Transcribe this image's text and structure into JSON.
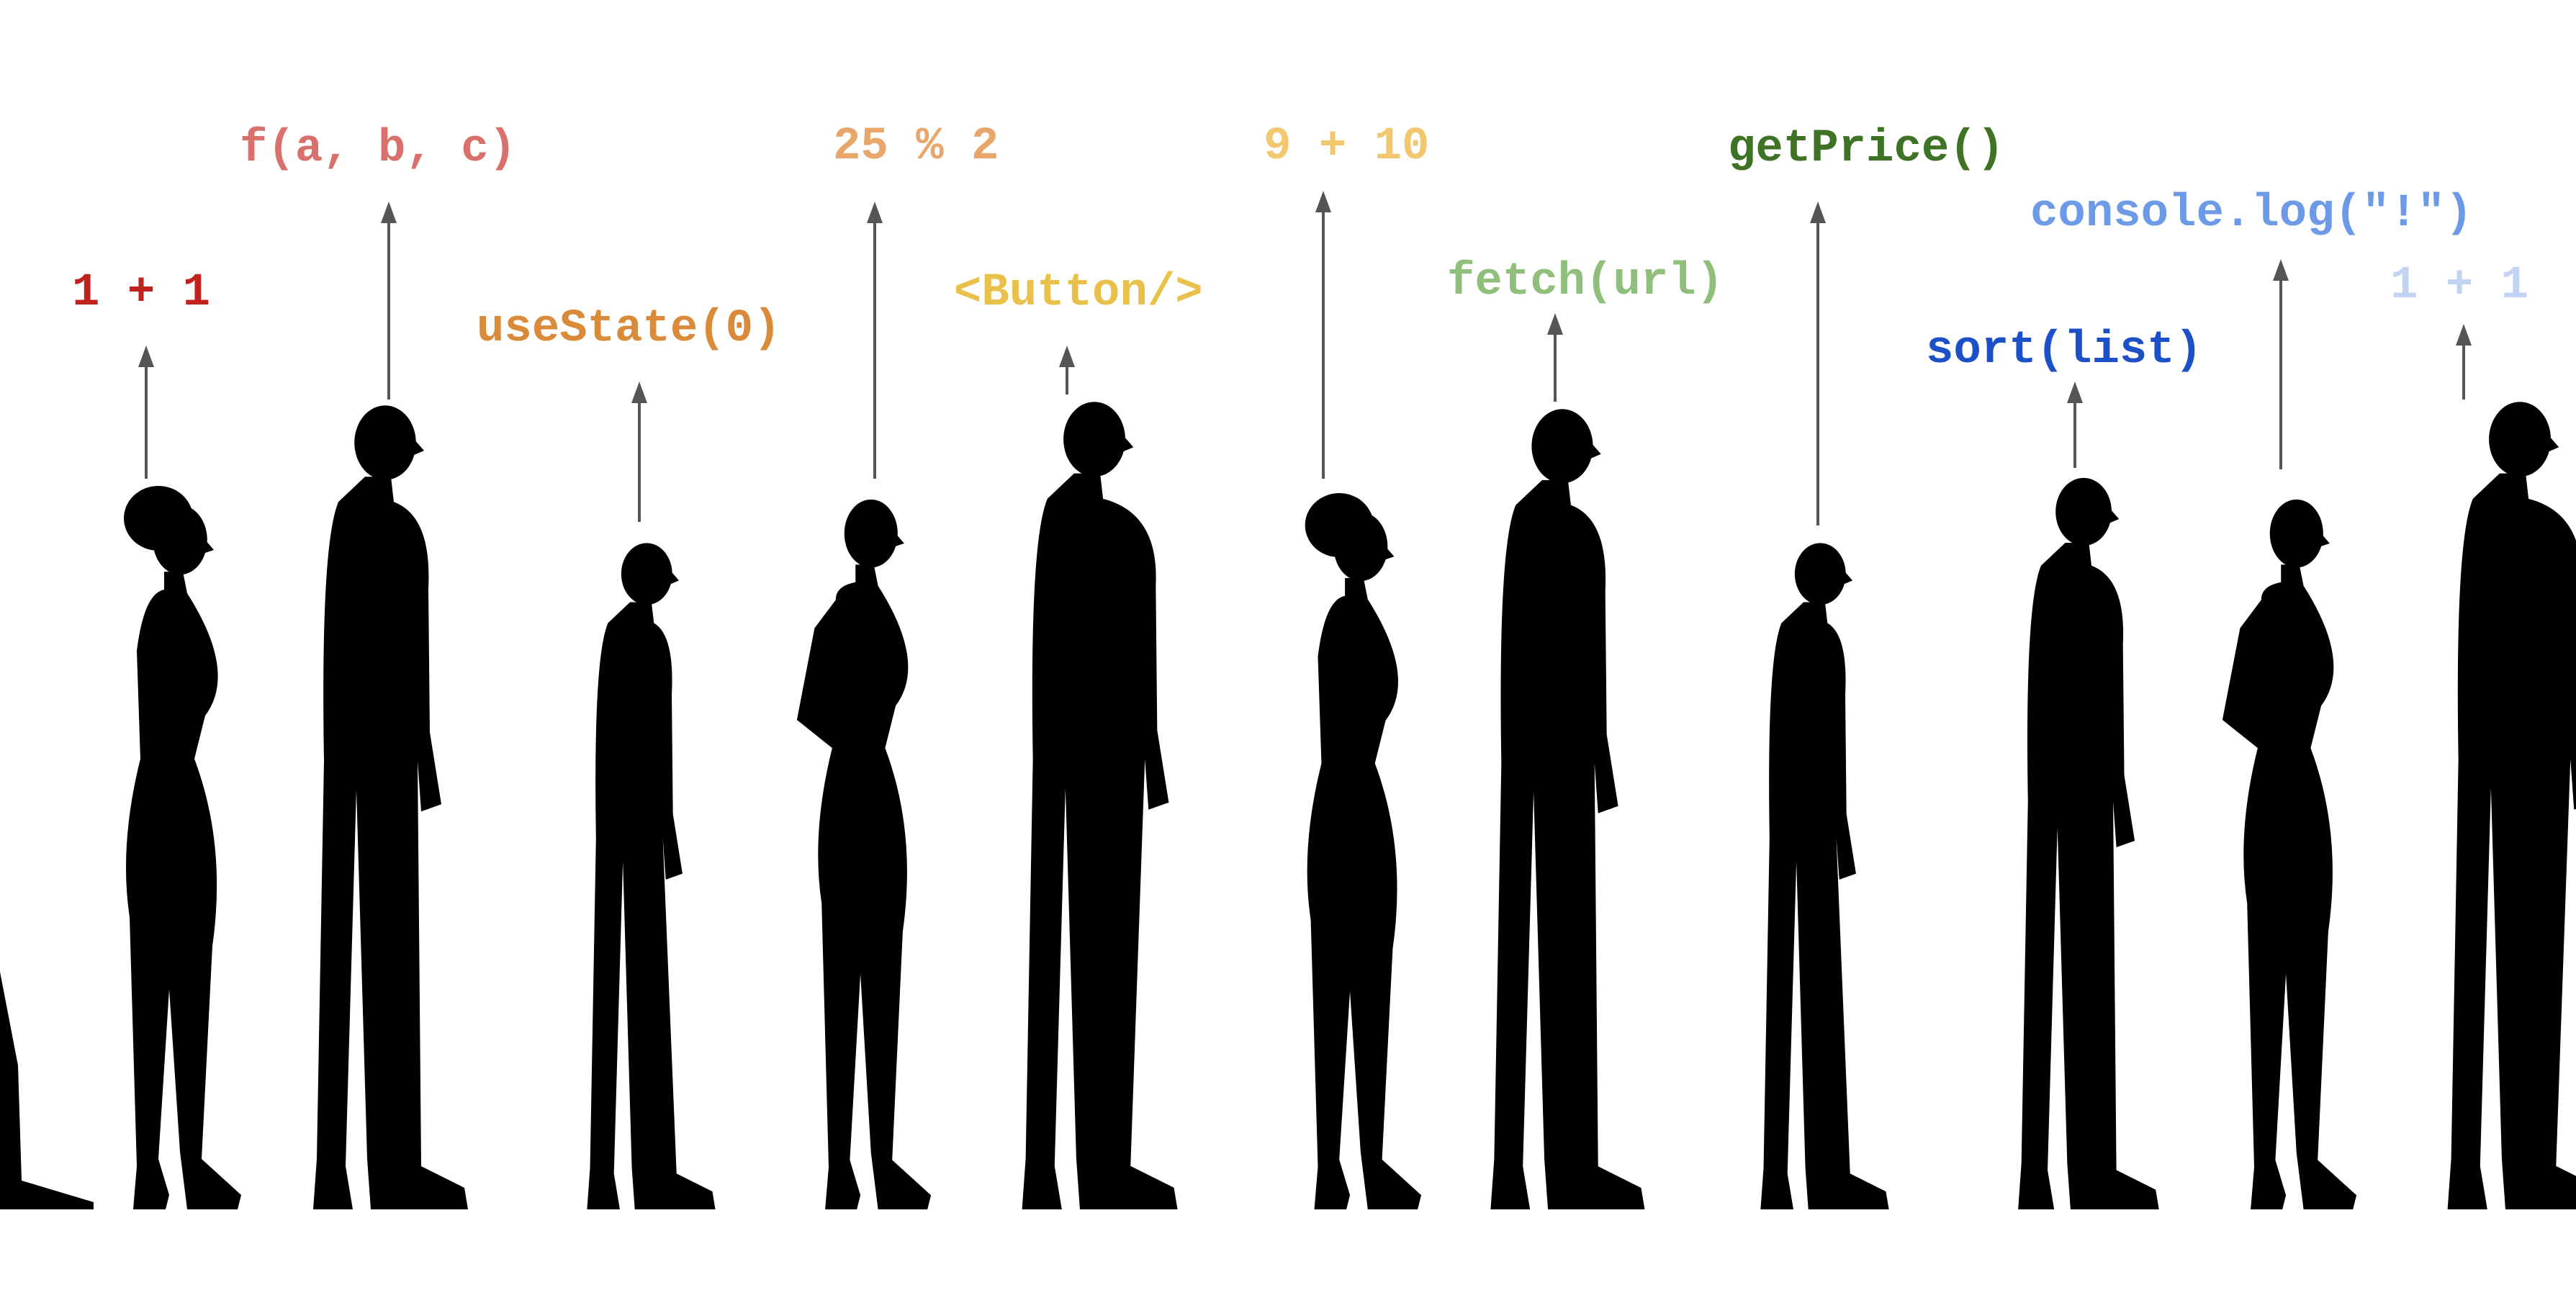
{
  "people": [
    {
      "label": "1 + 1",
      "color": "#c0231e",
      "figure": "woman-bun",
      "icon": "arrow-up-icon"
    },
    {
      "label": "f(a, b, c)",
      "color": "#d9706b",
      "figure": "tall-man",
      "icon": "arrow-up-icon"
    },
    {
      "label": "useState(0)",
      "color": "#d98b3a",
      "figure": "short-man",
      "icon": "arrow-up-icon"
    },
    {
      "label": "25 % 2",
      "color": "#e8a66a",
      "figure": "woman-hand-on-hip",
      "icon": "arrow-up-icon"
    },
    {
      "label": "<Button/>",
      "color": "#e9c14a",
      "figure": "leaning-man",
      "icon": "arrow-up-icon"
    },
    {
      "label": "9 + 10",
      "color": "#f2c86f",
      "figure": "woman-bun",
      "icon": "arrow-up-icon"
    },
    {
      "label": "fetch(url)",
      "color": "#90bf7c",
      "figure": "tall-man",
      "icon": "arrow-up-icon"
    },
    {
      "label": "getPrice()",
      "color": "#3e7325",
      "figure": "short-man",
      "icon": "arrow-up-icon"
    },
    {
      "label": "sort(list)",
      "color": "#1c50c8",
      "figure": "tall-man",
      "icon": "arrow-up-icon"
    },
    {
      "label": "console.log(\"!\")",
      "color": "#6d9ae6",
      "figure": "woman-hand-on-hip",
      "icon": "arrow-up-icon"
    },
    {
      "label": "1 + 1",
      "color": "#c3d4f3",
      "figure": "leaning-man",
      "icon": "arrow-up-icon"
    }
  ],
  "colors": {
    "background": "#ffffff",
    "silhouette": "#000000",
    "arrow": "#555555"
  }
}
